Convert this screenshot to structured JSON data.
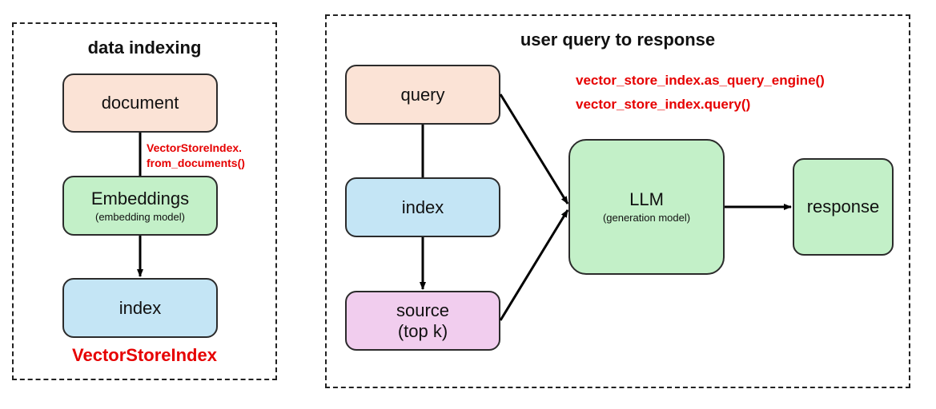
{
  "colors": {
    "peach": "#fbe3d6",
    "green": "#c3f0c8",
    "blue": "#c4e5f5",
    "pink": "#f1cdee",
    "accent_red": "#e60000",
    "line": "#000000"
  },
  "indexing_panel": {
    "title": "data indexing",
    "document_label": "document",
    "method_call_line1": "VectorStoreIndex.",
    "method_call_line2": "from_documents()",
    "embeddings_label": "Embeddings",
    "embeddings_sublabel": "(embedding model)",
    "index_label": "index",
    "class_name": "VectorStoreIndex"
  },
  "query_panel": {
    "title": "user query to response",
    "query_label": "query",
    "index_label": "index",
    "source_label_line1": "source",
    "source_label_line2": "(top k)",
    "llm_label": "LLM",
    "llm_sublabel": "(generation model)",
    "response_label": "response",
    "code_line1": "vector_store_index.as_query_engine()",
    "code_line2": "vector_store_index.query()"
  }
}
